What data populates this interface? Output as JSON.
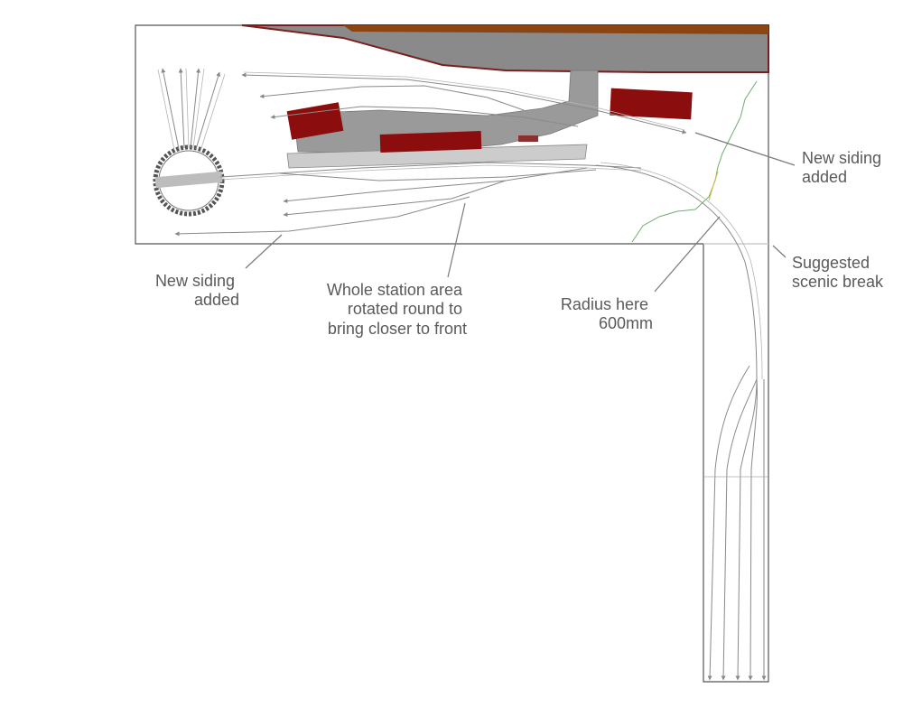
{
  "annotations": {
    "new_siding_right": [
      "New siding",
      "added"
    ],
    "scenic_break": [
      "Suggested",
      "scenic break"
    ],
    "new_siding_left": [
      "New siding",
      "added"
    ],
    "station_rotated": [
      "Whole station area",
      "rotated round to",
      "bring closer to front"
    ],
    "radius": [
      "Radius here",
      "600mm"
    ]
  },
  "colors": {
    "building_red": "#8b0d0d",
    "platform_dark": "#8c8c8c",
    "platform_light": "#c8c8c8",
    "road_dark": "#8a8a8a",
    "road_edge_red": "#7a1f1f",
    "road_edge_brown": "#8b4513",
    "contour_green": "#6fae6f",
    "contour_yellow": "#d8b840",
    "board_outline": "#555555"
  },
  "icons": [
    "turntable-icon",
    "arrow-icon",
    "building-icon"
  ]
}
